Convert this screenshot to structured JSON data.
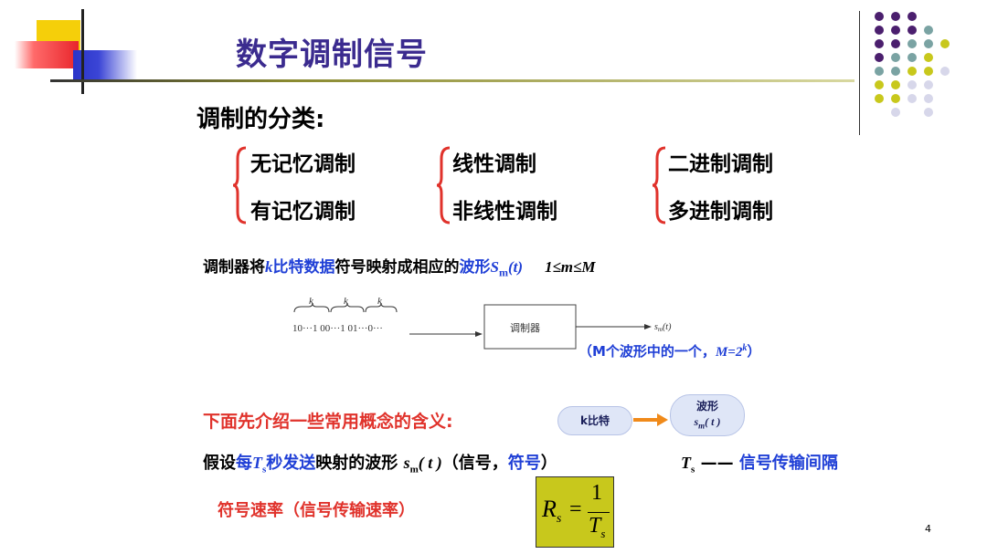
{
  "title": "数字调制信号",
  "classification": {
    "heading": "调制的分类:",
    "groups": [
      [
        "无记忆调制",
        "有记忆调制"
      ],
      [
        "线性调制",
        "非线性调制"
      ],
      [
        "二进制调制",
        "多进制调制"
      ]
    ]
  },
  "mapping": {
    "p1": "调制器将",
    "k": "k",
    "p2": "比特数据",
    "p3": "符号映射成相应的",
    "p4": "波形",
    "s": "S",
    "sub": "m",
    "arg": "(t)",
    "range": "1≤m≤M"
  },
  "diagram": {
    "k_label": "k",
    "bits": "10···1 00···1 01···0···",
    "box_label": "调制器",
    "output": "s",
    "output_sub": "m",
    "output_arg": "(t)",
    "note_pre": "（M个波形中的一个，",
    "note_eq": "M=2",
    "note_sup": "k",
    "note_post": "）"
  },
  "concepts": {
    "heading": "下面先介绍一些常用概念的含义:",
    "bubble1": "k比特",
    "bubble2_top": "波形",
    "bubble2_bottom": "s",
    "bubble2_sub": "m",
    "bubble2_arg": "( t )"
  },
  "assume": {
    "p1": "假设",
    "p2": "每",
    "T": "T",
    "Tsub": "s",
    "p3": "秒发送",
    "p4": "映射的波形",
    "s": "s",
    "ssub": "m",
    "sarg": "( t )",
    "p5": "（信号，",
    "p6": "符号",
    "p7": "）",
    "Ts": "T",
    "Ts_sub": "s",
    "dash": "——",
    "p8": "信号传输间隔"
  },
  "rate": {
    "label": "符号速率（信号传输速率）",
    "R": "R",
    "R_sub": "s",
    "eq": "=",
    "numerator": "1",
    "den": "T",
    "den_sub": "s"
  },
  "page_number": "4",
  "colors": {
    "accent_blue": "#1f3fd6",
    "accent_red": "#e0322b",
    "title": "#3b2b8f",
    "formula_bg": "#c8c81c"
  }
}
